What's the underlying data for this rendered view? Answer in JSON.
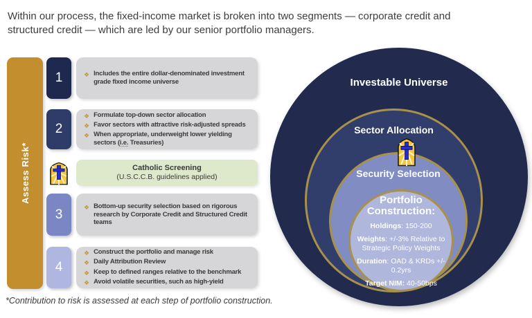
{
  "title": "Within our process, the fixed-income market is broken into two segments — corporate credit and structured credit — which are led by our senior portfolio managers.",
  "footnote": "*Contribution to risk is assessed at each step of portfolio construction.",
  "assess_risk": {
    "label": "Assess Risk*"
  },
  "glyphs": {
    "bullet": "❖"
  },
  "steps": [
    {
      "number": "1",
      "bullets": [
        "Includes the entire dollar-denominated investment grade fixed income universe"
      ]
    },
    {
      "number": "2",
      "bullets": [
        "Formulate top-down sector allocation",
        "Favor sectors with attractive risk-adjusted spreads"
      ],
      "bullet_ie": {
        "pre": "When appropriate, underweight lower yielding sectors (",
        "term": "i.e.",
        "post": " Treasuries)"
      }
    },
    {
      "number": "3",
      "bullets": [
        "Bottom-up security selection based on rigorous research by Corporate Credit and Structured Credit teams"
      ]
    },
    {
      "number": "4",
      "bullets": [
        "Construct the portfolio and manage risk",
        "Daily Attribution Review",
        "Keep to defined ranges relative to the benchmark",
        "Avoid volatile securities, such as high-yield"
      ]
    }
  ],
  "catholic_screening": {
    "title": "Catholic Screening",
    "subtitle": "(U.S.C.C.B. guidelines applied)"
  },
  "diagram": {
    "investable_label": "Investable Universe",
    "sector_label": "Sector Allocation",
    "security_label": "Security Selection",
    "portfolio": {
      "title": "Portfolio Construction:",
      "lines": [
        {
          "label": "Holdings",
          "value": ": 150-200"
        },
        {
          "label": "Weights",
          "value": ": +/-3% Relative to Strategic Policy Weights"
        },
        {
          "label": "Duration",
          "value": ": OAD & KRDs +/- 0.2yrs"
        },
        {
          "label": "Target NIM:",
          "value": " 40-50bps"
        }
      ]
    }
  },
  "colors": {
    "gold_bar": "#C28E2E",
    "gold_bullet": "#C8962E",
    "ring_gold": "#A8914A",
    "navy_step1": "#1F2950",
    "navy_step2": "#2F3B69",
    "periwinkle_step3": "#7B87C4",
    "periwinkle_step4": "#AFB7E0",
    "gray_box": "#D6D6D8",
    "green_box": "#DEE8CB",
    "circle_outer": "#222B4D",
    "circle_sector": "#313D6B",
    "circle_security": "#808CC2",
    "circle_portfolio": "#AFB7DC"
  }
}
